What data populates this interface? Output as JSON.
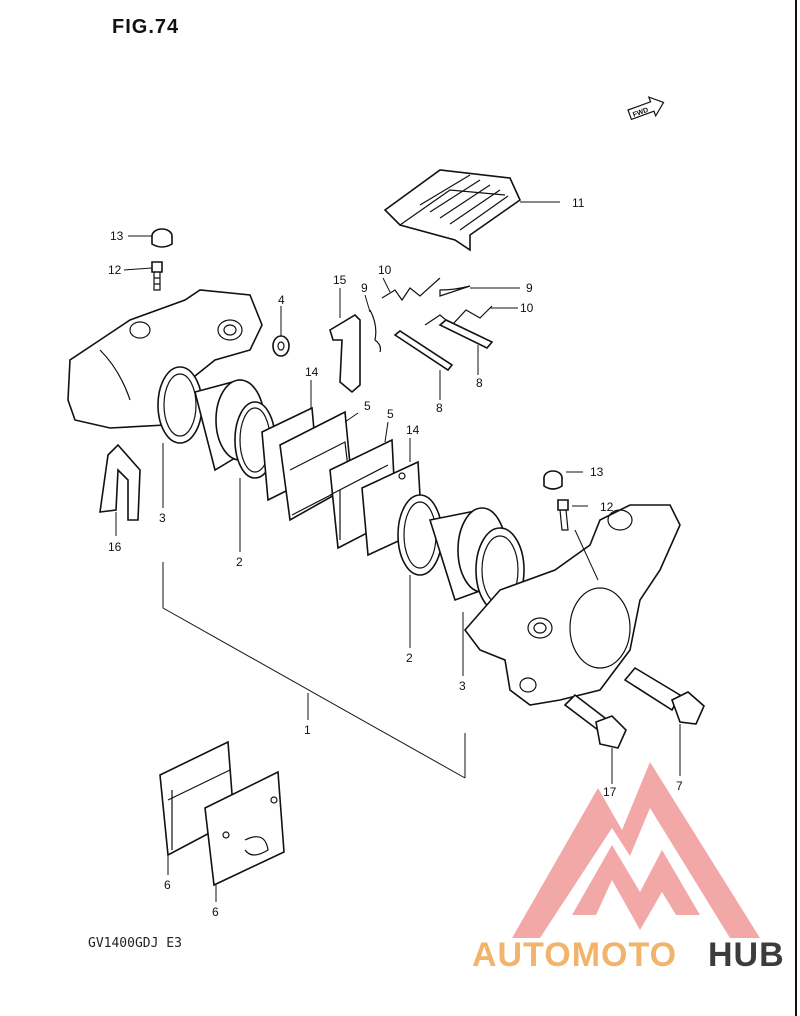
{
  "figure": {
    "title": "FIG.74",
    "model_code": "GV1400GDJ  E3",
    "fwd_label": "FWD"
  },
  "watermark": {
    "text_a": "AUTOMOTO",
    "text_b": "HUB",
    "color_a": "#f2b36a",
    "color_b": "#3c3c3c",
    "logo_color": "#f29999"
  },
  "callouts": [
    {
      "id": "13",
      "text": "13"
    },
    {
      "id": "12",
      "text": "12"
    },
    {
      "id": "4",
      "text": "4"
    },
    {
      "id": "15",
      "text": "15"
    },
    {
      "id": "10a",
      "text": "10"
    },
    {
      "id": "9a",
      "text": "9"
    },
    {
      "id": "9b",
      "text": "9"
    },
    {
      "id": "10b",
      "text": "10"
    },
    {
      "id": "11",
      "text": "11"
    },
    {
      "id": "8a",
      "text": "8"
    },
    {
      "id": "8b",
      "text": "8"
    },
    {
      "id": "14a",
      "text": "14"
    },
    {
      "id": "5a",
      "text": "5"
    },
    {
      "id": "5b",
      "text": "5"
    },
    {
      "id": "14b",
      "text": "14"
    },
    {
      "id": "16",
      "text": "16"
    },
    {
      "id": "3a",
      "text": "3"
    },
    {
      "id": "2a",
      "text": "2"
    },
    {
      "id": "13b",
      "text": "13"
    },
    {
      "id": "12b",
      "text": "12"
    },
    {
      "id": "2b",
      "text": "2"
    },
    {
      "id": "3b",
      "text": "3"
    },
    {
      "id": "1",
      "text": "1"
    },
    {
      "id": "7",
      "text": "7"
    },
    {
      "id": "17",
      "text": "17"
    },
    {
      "id": "6a",
      "text": "6"
    },
    {
      "id": "6b",
      "text": "6"
    }
  ]
}
